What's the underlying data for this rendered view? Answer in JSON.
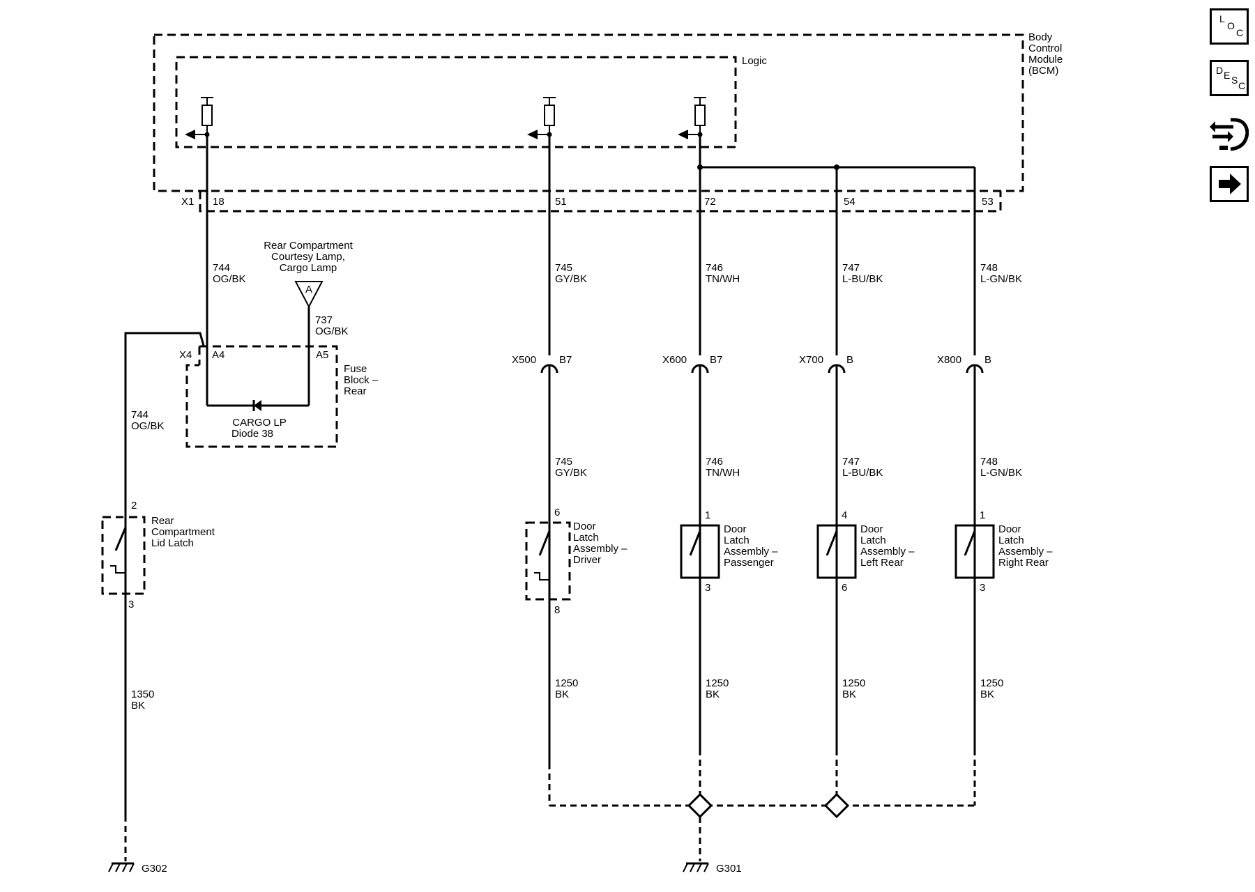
{
  "bcm": {
    "label_lines": [
      "Body",
      "Control",
      "Module",
      "(BCM)"
    ],
    "logic_label": "Logic",
    "connector": "X1"
  },
  "pins": {
    "p18": "18",
    "p51": "51",
    "p72": "72",
    "p54": "54",
    "p53": "53"
  },
  "circuits": {
    "c744": {
      "num": "744",
      "color": "OG/BK"
    },
    "c737": {
      "num": "737",
      "color": "OG/BK"
    },
    "c745": {
      "num": "745",
      "color": "GY/BK"
    },
    "c746": {
      "num": "746",
      "color": "TN/WH"
    },
    "c747": {
      "num": "747",
      "color": "L-BU/BK"
    },
    "c748": {
      "num": "748",
      "color": "L-GN/BK"
    },
    "c1350": {
      "num": "1350",
      "color": "BK"
    },
    "c1250": {
      "num": "1250",
      "color": "BK"
    }
  },
  "courtesy_lamp": {
    "label_lines": [
      "Rear Compartment",
      "Courtesy Lamp,",
      "Cargo Lamp"
    ],
    "ref": "A"
  },
  "fuse_block": {
    "connector": "X4",
    "pin_a4": "A4",
    "pin_a5": "A5",
    "label_lines": [
      "Fuse",
      "Block –",
      "Rear"
    ],
    "diode_lines": [
      "CARGO LP",
      "Diode 38"
    ]
  },
  "inline": {
    "x500": {
      "conn": "X500",
      "pin": "B7"
    },
    "x600": {
      "conn": "X600",
      "pin": "B7"
    },
    "x700": {
      "conn": "X700",
      "pin": "B"
    },
    "x800": {
      "conn": "X800",
      "pin": "B"
    }
  },
  "rear_latch": {
    "label_lines": [
      "Rear",
      "Compartment",
      "Lid Latch"
    ],
    "pin_top": "2",
    "pin_bottom": "3"
  },
  "door_driver": {
    "label_lines": [
      "Door",
      "Latch",
      "Assembly –",
      "Driver"
    ],
    "pin_top": "6",
    "pin_bottom": "8"
  },
  "door_passenger": {
    "label_lines": [
      "Door",
      "Latch",
      "Assembly –",
      "Passenger"
    ],
    "pin_top": "1",
    "pin_bottom": "3"
  },
  "door_left_rear": {
    "label_lines": [
      "Door",
      "Latch",
      "Assembly –",
      "Left Rear"
    ],
    "pin_top": "4",
    "pin_bottom": "6"
  },
  "door_right_rear": {
    "label_lines": [
      "Door",
      "Latch",
      "Assembly –",
      "Right Rear"
    ],
    "pin_top": "1",
    "pin_bottom": "3"
  },
  "grounds": {
    "g302": "G302",
    "g301": "G301"
  },
  "sidebar": {
    "loc": [
      "L",
      "O",
      "C"
    ],
    "desc": [
      "D",
      "E",
      "S",
      "C"
    ],
    "connector_icon": "connector-end-view-icon",
    "next_icon": "right-arrow-icon"
  }
}
